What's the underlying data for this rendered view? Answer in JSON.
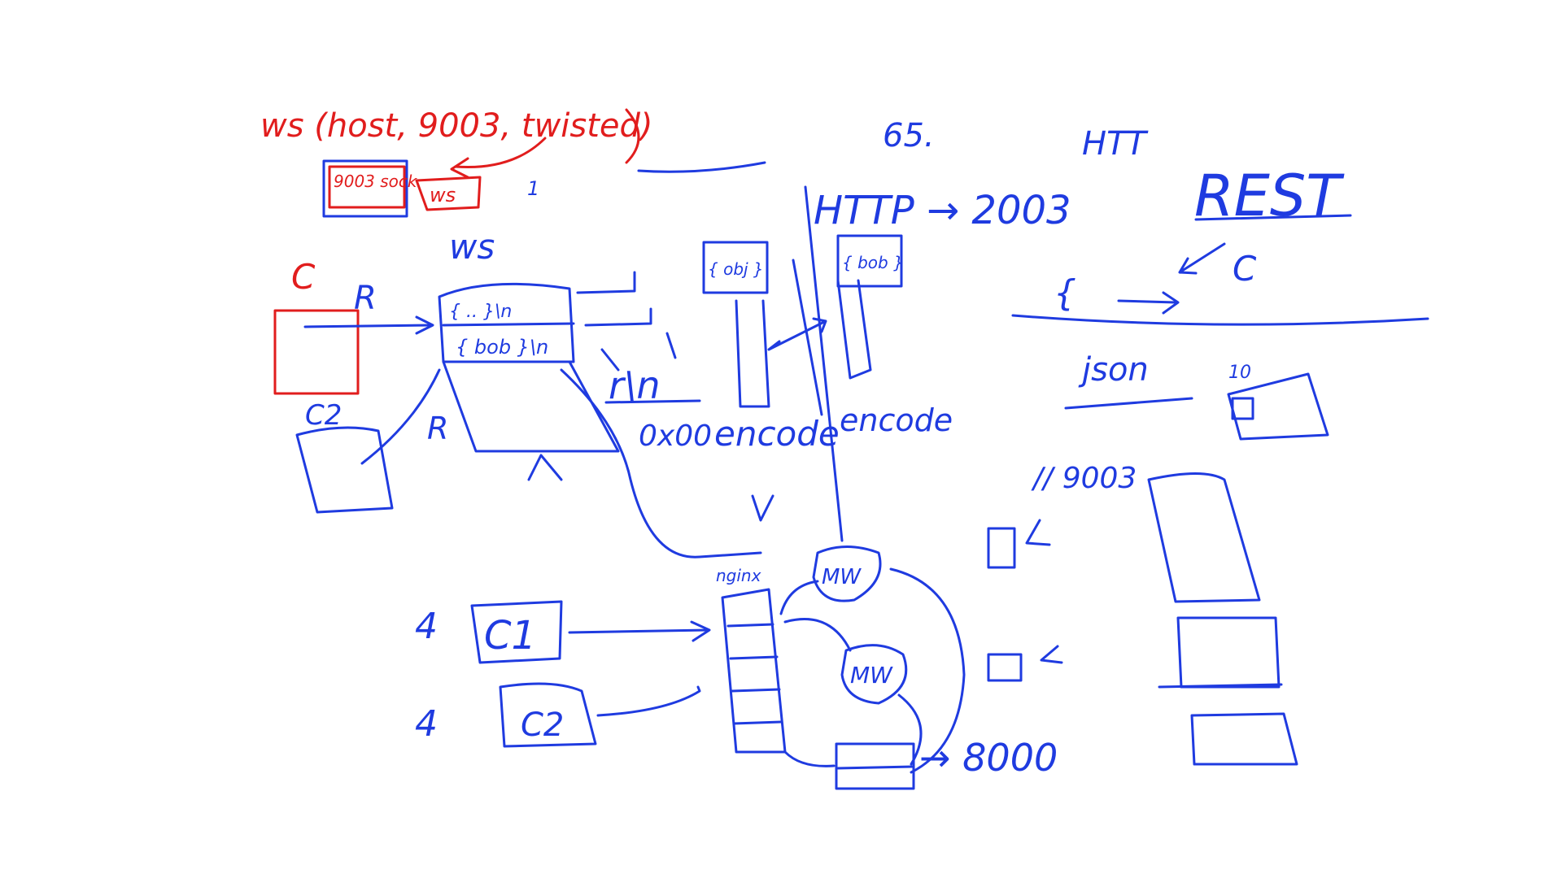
{
  "colors": {
    "ink_blue": "#1f3be0",
    "ink_red": "#e11d1d",
    "background": "#ffffff"
  },
  "labels": {
    "ws_call": "ws (host, 9003, twisted)",
    "port_box": "9003 sock",
    "ws_box": "ws",
    "one": "1",
    "ws_title": "ws",
    "c_red": "C",
    "r_top": "R",
    "r_bottom": "R",
    "c2_left": "C2",
    "header_line": "{ .. }\\n",
    "body_line": "{ bob }\\n",
    "rn": "r\\n",
    "hex": "0x00",
    "encode1": "encode",
    "encode2": "encode",
    "box_obj": "{ obj }",
    "box_bob": "{ bob }",
    "sixtyfive": "65.",
    "htt": "HTT",
    "http_line": "HTTP → 2003",
    "rest": "REST",
    "c_right": "C",
    "brace": "{",
    "json": "json",
    "ten": "10",
    "port_9003": "// 9003",
    "nginx": "nginx",
    "c1": "C1",
    "c2": "C2",
    "four_a": "4",
    "four_b": "4",
    "mw1": "MW",
    "mw2": "MW",
    "port_8000": "→ 8000"
  }
}
